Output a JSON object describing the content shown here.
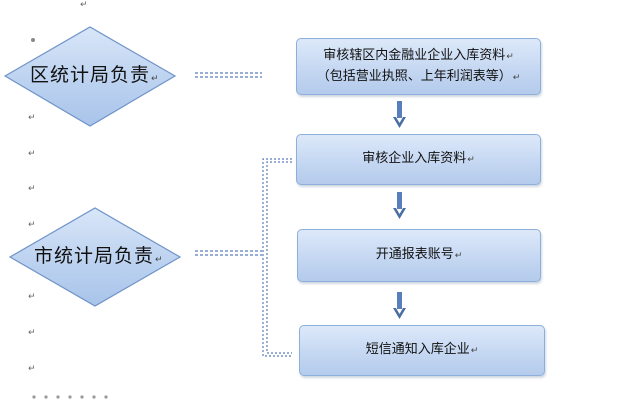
{
  "diamonds": {
    "district": "区统计局负责",
    "city": "市统计局负责"
  },
  "boxes": {
    "review_materials": [
      "审核辖区内金融业企业入库资料",
      "（包括营业执照、上年利润表等）"
    ],
    "review_entry": "审核企业入库资料",
    "open_account": "开通报表账号",
    "sms_notify": "短信通知入库企业"
  },
  "marks": {
    "return_arrow": "↵"
  },
  "colors": {
    "diamond_fill_top": "#d6e4f7",
    "diamond_fill_bottom": "#aec8ec",
    "diamond_stroke": "#6f94c9",
    "connector": "#5a7ebc",
    "arrow": "#4a6fa5"
  }
}
